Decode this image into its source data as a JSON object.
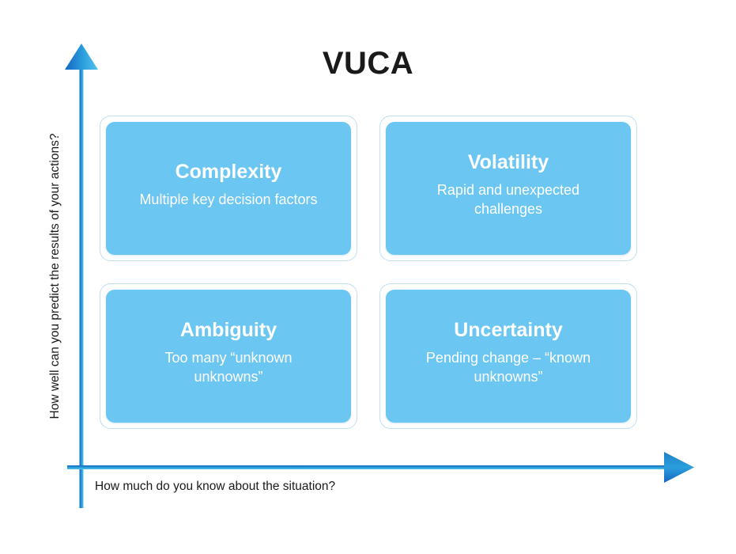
{
  "diagram": {
    "title": "VUCA",
    "background_color": "#ffffff",
    "axes": {
      "x_label": "How much do you know about the situation?",
      "y_label": "How well can you predict the results of your actions?",
      "axis_color_dark": "#1565c0",
      "axis_color_light": "#29a8e0",
      "x_arrow_icon": "arrow-right-icon",
      "y_arrow_icon": "arrow-up-icon"
    },
    "card_fill_color": "#6bc6f2",
    "card_border_color": "#bfdff5",
    "card_text_color": "#ffffff",
    "quadrants": [
      {
        "id": "complexity",
        "title": "Complexity",
        "description": "Multiple key decision factors",
        "position": "top-left"
      },
      {
        "id": "volatility",
        "title": "Volatility",
        "description": "Rapid and unexpected challenges",
        "position": "top-right"
      },
      {
        "id": "ambiguity",
        "title": "Ambiguity",
        "description": "Too many “unknown unknowns”",
        "position": "bottom-left"
      },
      {
        "id": "uncertainty",
        "title": "Uncertainty",
        "description": "Pending change – “known unknowns”",
        "position": "bottom-right"
      }
    ]
  }
}
